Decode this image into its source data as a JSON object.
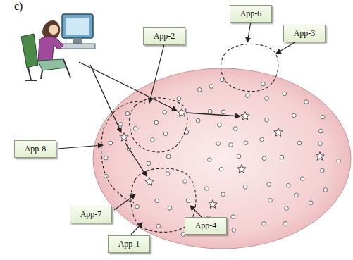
{
  "diagram": {
    "nodes": [
      {
        "text": [
          "App-6"
        ]
      },
      {
        "text": [
          "App-2"
        ]
      },
      {
        "text": [
          "App-3"
        ]
      },
      {
        "text": [
          "App-8"
        ]
      },
      {
        "text": [
          "App-7"
        ]
      },
      {
        "text": [
          "App-1"
        ]
      },
      {
        "text": [
          "App-4"
        ]
      }
    ],
    "labels": [
      "c)"
    ]
  }
}
